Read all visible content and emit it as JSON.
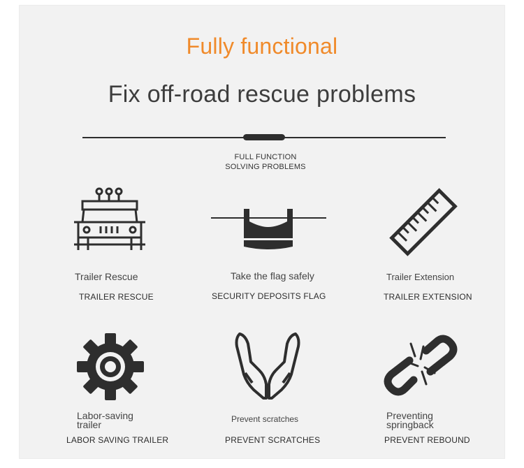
{
  "header": {
    "tagline": "Fully functional",
    "headline": "Fix off-road rescue problems",
    "sub_line1": "FULL FUNCTION",
    "sub_line2": "SOLVING PROBLEMS"
  },
  "colors": {
    "accent": "#f08a2a",
    "text": "#3d3d3d",
    "icon": "#2e2e2e"
  },
  "features": [
    {
      "icon": "truck-icon",
      "label": "Trailer Rescue",
      "caption": "TRAILER RESCUE"
    },
    {
      "icon": "flag-clip-icon",
      "label": "Take the flag safely",
      "caption": "SECURITY DEPOSITS FLAG"
    },
    {
      "icon": "ruler-icon",
      "label": "Trailer Extension",
      "caption": "TRAILER EXTENSION"
    },
    {
      "icon": "gear-icon",
      "label_line1": "Labor-saving",
      "label_line2": "trailer",
      "caption": "LABOR SAVING TRAILER"
    },
    {
      "icon": "hands-icon",
      "label": "Prevent scratches",
      "caption": "PREVENT SCRATCHES"
    },
    {
      "icon": "broken-chain-icon",
      "label_line1": "Preventing",
      "label_line2": "springback",
      "caption": "PREVENT REBOUND"
    }
  ]
}
